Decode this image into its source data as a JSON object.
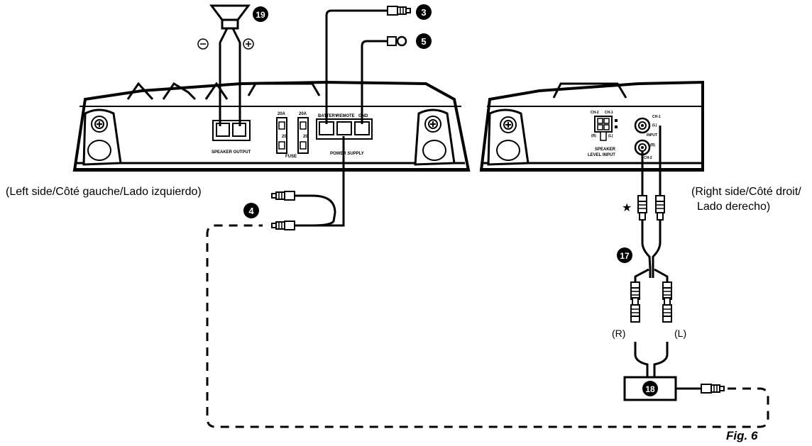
{
  "captions": {
    "left_side": "(Left side/Côté gauche/Lado izquierdo)",
    "right_side_1": "(Right side/Côté droit/",
    "right_side_2": "Lado derecho)",
    "figure": "Fig. 6"
  },
  "callouts": {
    "speaker": "19",
    "battery_connector": "3",
    "ground_connector": "5",
    "remote_connector": "4",
    "rca_cable": "17",
    "converter": "18"
  },
  "speaker_polarity": {
    "minus": "−",
    "plus": "+"
  },
  "left_amp": {
    "speaker_output": "SPEAKER OUTPUT",
    "fuse": "FUSE",
    "fuse1_rating": "20A",
    "fuse2_rating": "20A",
    "fuse1_value": "20",
    "fuse2_value": "20",
    "battery": "BATTERY",
    "remote": "REMOTE",
    "gnd": "GND",
    "power_supply": "POWER SUPPLY"
  },
  "right_amp": {
    "ch2_top": "CH-2",
    "ch1_top": "CH-1",
    "r_small": "(R)",
    "l_small": "(L)",
    "speaker_level_1": "SPEAKER",
    "speaker_level_2": "LEVEL INPUT",
    "ch1_jack": "CH-1",
    "ch1_l": "(L)",
    "input": "INPUT",
    "ch2_r": "(R)",
    "ch2_jack": "CH-2"
  },
  "rca_labels": {
    "r": "(R)",
    "l": "(L)",
    "star": "★"
  }
}
